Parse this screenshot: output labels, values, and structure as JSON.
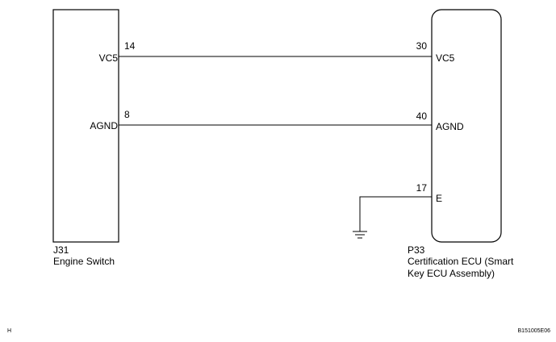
{
  "left_component": {
    "code": "J31",
    "name": "Engine Switch",
    "pins": [
      {
        "terminal": "VC5",
        "number": "14"
      },
      {
        "terminal": "AGND",
        "number": "8"
      }
    ]
  },
  "right_component": {
    "code": "P33",
    "name_line1": "Certification ECU (Smart",
    "name_line2": "Key ECU Assembly)",
    "pins": [
      {
        "terminal": "VC5",
        "number": "30"
      },
      {
        "terminal": "AGND",
        "number": "40"
      },
      {
        "terminal": "E",
        "number": "17"
      }
    ]
  },
  "footer": {
    "left_mark": "H",
    "figure_id": "B151005E06"
  }
}
